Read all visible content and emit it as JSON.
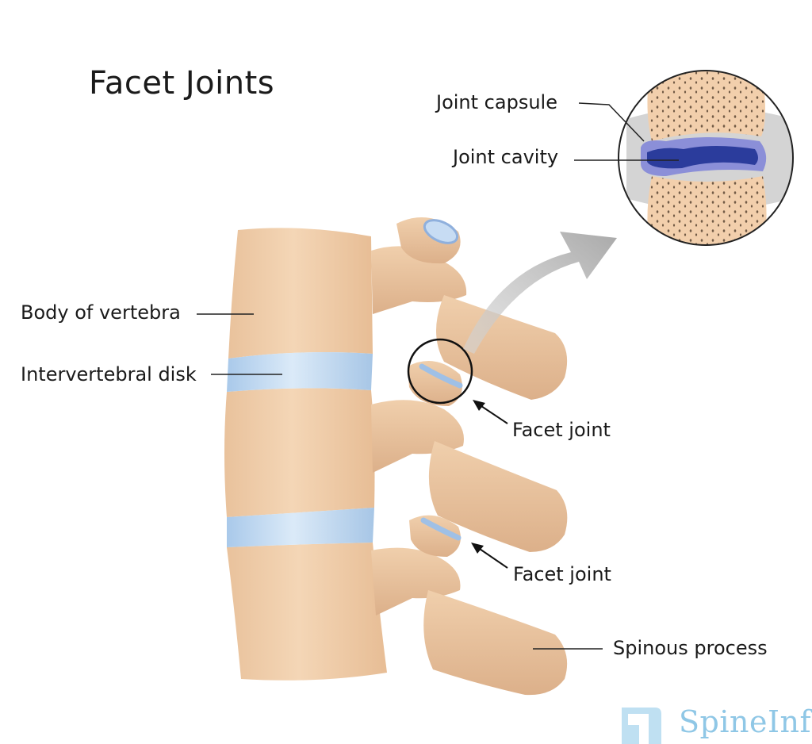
{
  "title": "Facet Joints",
  "labels": {
    "joint_capsule": "Joint capsule",
    "joint_cavity": "Joint cavity",
    "body_of_vertebra": "Body of vertebra",
    "intervertebral_disk": "Intervertebral disk",
    "facet_joint_upper": "Facet joint",
    "facet_joint_lower": "Facet joint",
    "spinous_process": "Spinous process"
  },
  "watermark": "SpineInfo",
  "colors": {
    "bone": "#eecaa4",
    "bone_shadow": "#dbb18a",
    "disk": "#b9d6f0",
    "cavity": "#2b3c9c",
    "arrow": "#b0b0b0",
    "watermark": "#8fc7e6"
  }
}
